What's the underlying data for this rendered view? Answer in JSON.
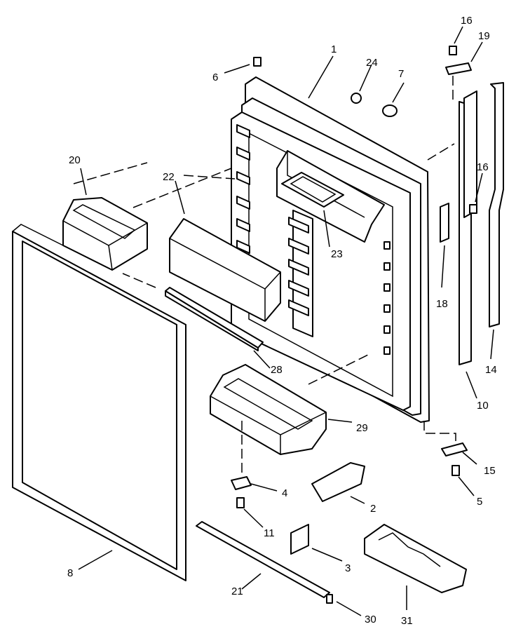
{
  "diagram": {
    "callouts": [
      {
        "id": "1",
        "text": "1"
      },
      {
        "id": "2",
        "text": "2"
      },
      {
        "id": "3",
        "text": "3"
      },
      {
        "id": "4",
        "text": "4"
      },
      {
        "id": "5",
        "text": "5"
      },
      {
        "id": "6",
        "text": "6"
      },
      {
        "id": "7",
        "text": "7"
      },
      {
        "id": "8",
        "text": "8"
      },
      {
        "id": "10",
        "text": "10"
      },
      {
        "id": "11",
        "text": "11"
      },
      {
        "id": "14",
        "text": "14"
      },
      {
        "id": "15",
        "text": "15"
      },
      {
        "id": "16a",
        "text": "16"
      },
      {
        "id": "16b",
        "text": "16"
      },
      {
        "id": "18",
        "text": "18"
      },
      {
        "id": "19",
        "text": "19"
      },
      {
        "id": "20",
        "text": "20"
      },
      {
        "id": "21",
        "text": "21"
      },
      {
        "id": "22",
        "text": "22"
      },
      {
        "id": "23",
        "text": "23"
      },
      {
        "id": "24",
        "text": "24"
      },
      {
        "id": "28",
        "text": "28"
      },
      {
        "id": "29",
        "text": "29"
      },
      {
        "id": "30",
        "text": "30"
      },
      {
        "id": "31",
        "text": "31"
      }
    ]
  }
}
